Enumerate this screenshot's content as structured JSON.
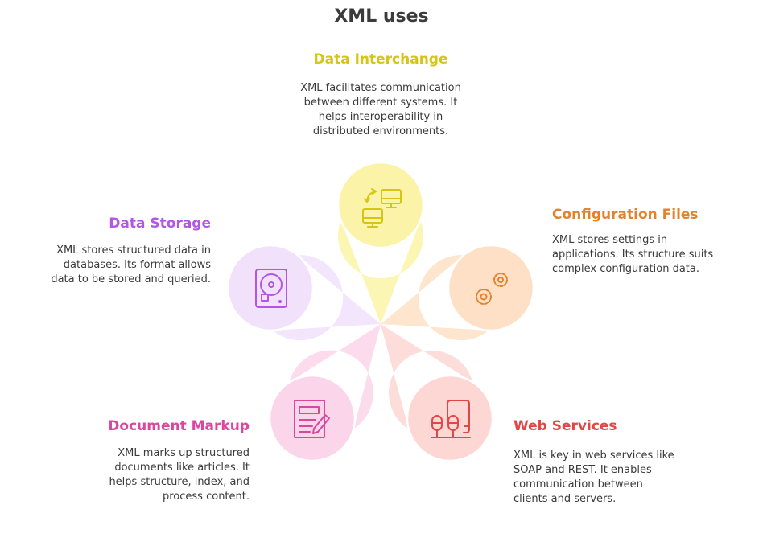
{
  "title": "XML uses",
  "items": [
    {
      "id": "data-interchange",
      "heading": "Data Interchange",
      "description": "XML facilitates communication between different systems. It helps interoperability in distributed environments.",
      "color": "#d6c514",
      "fill": "#fbf4a8",
      "icon": "computers-sync-icon"
    },
    {
      "id": "configuration-files",
      "heading": "Configuration Files",
      "description": "XML stores settings in applications. Its structure suits complex configuration data.",
      "color": "#e2822a",
      "fill": "#fde0c6",
      "icon": "gears-icon"
    },
    {
      "id": "web-services",
      "heading": "Web Services",
      "description": "XML is key in web services like SOAP and REST. It enables communication between clients and servers.",
      "color": "#e04848",
      "fill": "#fcd7d3",
      "icon": "network-devices-icon"
    },
    {
      "id": "document-markup",
      "heading": "Document Markup",
      "description": "XML marks up structured documents like articles. It helps structure, index, and process content.",
      "color": "#d9479e",
      "fill": "#fbd5ea",
      "icon": "document-edit-icon"
    },
    {
      "id": "data-storage",
      "heading": "Data Storage",
      "description": "XML stores structured data in databases. Its format allows data to be stored and queried.",
      "color": "#b356e6",
      "fill": "#f1e1fb",
      "icon": "hard-drive-icon"
    }
  ]
}
